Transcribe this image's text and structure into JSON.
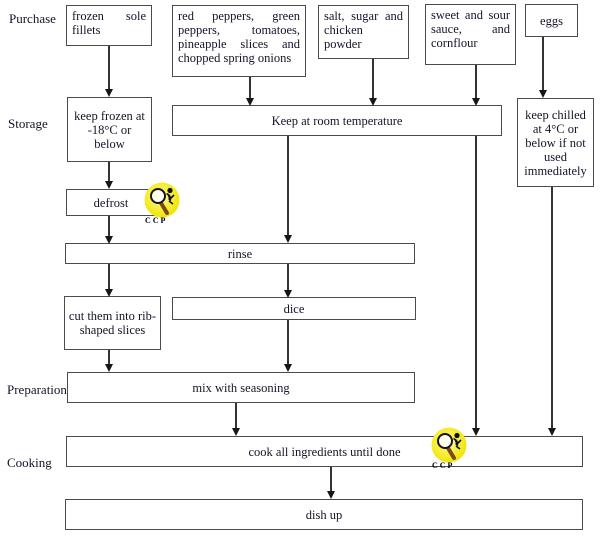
{
  "stages": {
    "purchase": "Purchase",
    "storage": "Storage",
    "preparation": "Preparation",
    "cooking": "Cooking"
  },
  "nodes": {
    "frozen_sole": {
      "label": "frozen sole fillets"
    },
    "vegetables": {
      "label": "red peppers, green peppers, tomatoes, pineapple slices and chopped spring onions"
    },
    "seasonings": {
      "label": "salt, sugar and chicken powder"
    },
    "sauce": {
      "label": "sweet and sour sauce, and cornflour"
    },
    "eggs": {
      "label": "eggs"
    },
    "keep_frozen": {
      "label": "keep frozen at -18°C or below"
    },
    "room_temp": {
      "label": "Keep at room temperature"
    },
    "keep_chilled": {
      "label": "keep chilled at 4°C or below if not used immediately"
    },
    "defrost": {
      "label": "defrost"
    },
    "rinse": {
      "label": "rinse"
    },
    "cut": {
      "label": "cut them into rib-shaped slices"
    },
    "dice": {
      "label": "dice"
    },
    "mix": {
      "label": "mix with seasoning"
    },
    "cook": {
      "label": "cook all ingredients until done"
    },
    "dish_up": {
      "label": "dish up"
    }
  },
  "ccp": {
    "label": "CCP",
    "badge_color": "#f3e900",
    "badge_highlight": "#fffdе6"
  }
}
